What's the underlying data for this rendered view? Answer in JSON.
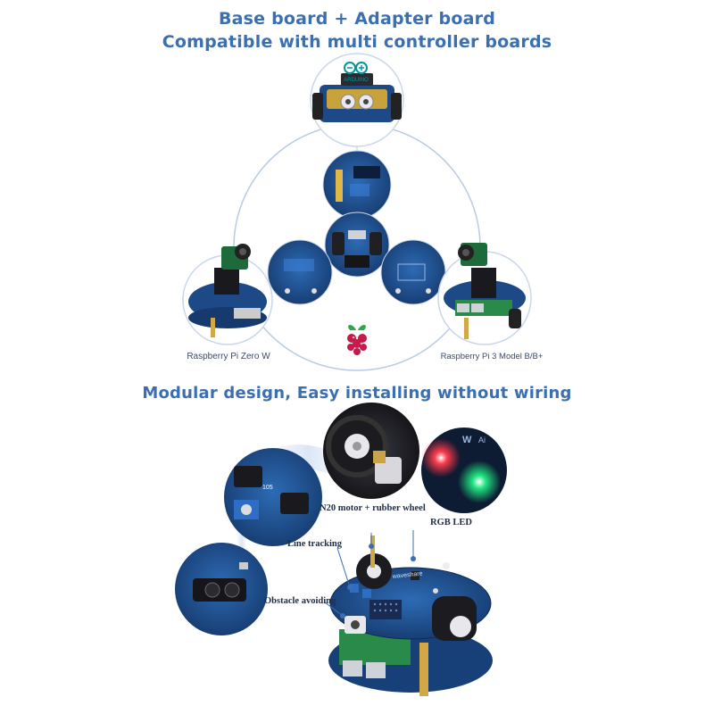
{
  "headings": {
    "title_line1": "Base board + Adapter board",
    "title_line2": "Compatible with multi controller boards",
    "section2": "Modular design, Easy installing without wiring"
  },
  "logos": {
    "arduino": "ARDUINO",
    "waveshare": "WAVESHARE"
  },
  "captions": {
    "left_robot": "Raspberry Pi Zero W",
    "right_robot": "Raspberry Pi 3 Model B/B+"
  },
  "callouts": {
    "motor": "N20 motor + rubber wheel",
    "led": "RGB LED",
    "line": "Line tracking",
    "obstacle": "Obstacle avoiding"
  },
  "colors": {
    "heading": "#3b6fb0",
    "board_blue": "#1f4f8f",
    "led_red": "#ff2a3a",
    "led_green": "#1ee07a"
  },
  "icons": [
    "arduino-logo-icon",
    "raspberry-pi-logo-icon",
    "waveshare-logo-icon"
  ]
}
